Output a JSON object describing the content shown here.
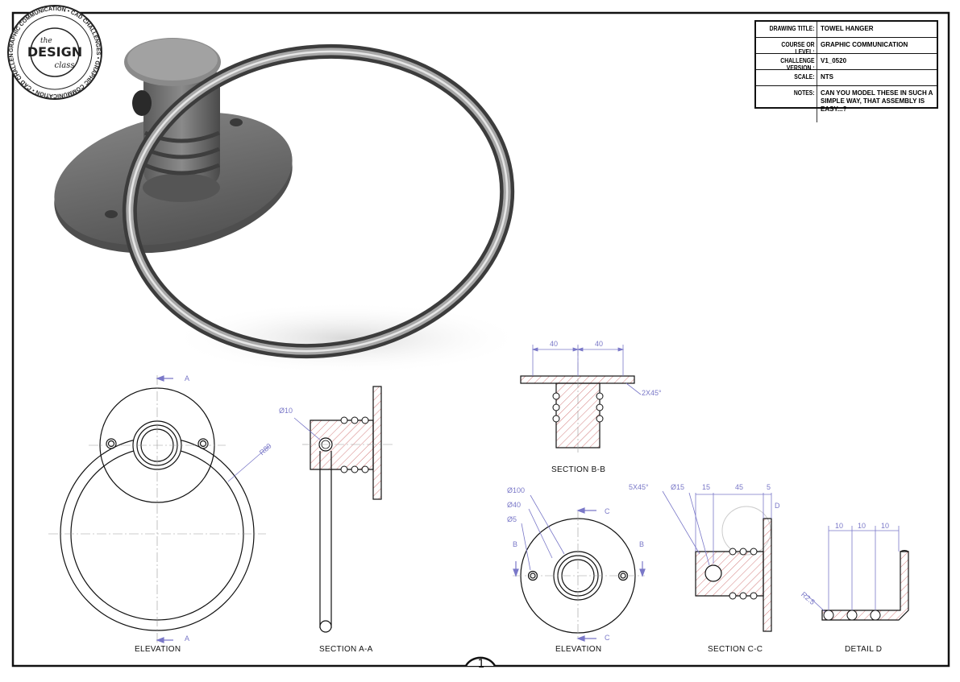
{
  "logo": {
    "ring_text": "GRAPHIC COMMUNICATION • CAD CHALLENGES • GRAPHIC COMMUNICATION • CAD CHALLENGES •",
    "the": "the",
    "design": "DESIGN",
    "class": "class"
  },
  "title_block": {
    "rows": [
      {
        "key": "DRAWING TITLE:",
        "value": "TOWEL HANGER"
      },
      {
        "key": "COURSE OR LEVEL:",
        "value": "GRAPHIC COMMUNICATION"
      },
      {
        "key": "CHALLENGE VERSION :",
        "value": "V1_0520"
      },
      {
        "key": "SCALE:",
        "value": "NTS"
      },
      {
        "key": "NOTES:",
        "value": "CAN YOU MODEL THESE IN SUCH A SIMPLE WAY, THAT ASSEMBLY IS EASY...?"
      }
    ]
  },
  "views": {
    "elevation_left": "ELEVATION",
    "section_aa": "SECTION A-A",
    "section_bb": "SECTION B-B",
    "elevation_right": "ELEVATION",
    "section_cc": "SECTION C-C",
    "detail_d": "DETAIL  D"
  },
  "cutting_planes": {
    "a": "A",
    "b": "B",
    "c": "C",
    "d": "D"
  },
  "dimensions": {
    "r80": "R80",
    "dia10": "Ø10",
    "bb_40_left": "40",
    "bb_40_right": "40",
    "chamfer_2x45": "2X45°",
    "dia100": "Ø100",
    "dia40": "Ø40",
    "dia5": "Ø5",
    "chamfer_5x45": "5X45°",
    "cc_dia15": "Ø15",
    "cc_15": "15",
    "cc_45": "45",
    "cc_5": "5",
    "d_10a": "10",
    "d_10b": "10",
    "d_10c": "10",
    "r25": "R2.5"
  },
  "sheet_number": "1",
  "colors": {
    "dimension": "#7a78c8",
    "outline": "#111111",
    "hatch": "#c85a5a",
    "model": "#6a6a6a"
  }
}
